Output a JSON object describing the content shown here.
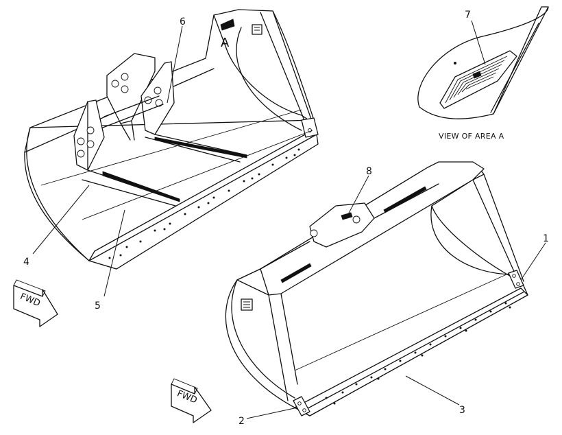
{
  "callouts": {
    "c1": "1",
    "c2": "2",
    "c3": "3",
    "c4": "4",
    "c5": "5",
    "c6": "6",
    "c7": "7",
    "c8": "8"
  },
  "area_marker": "A",
  "view_caption": "VIEW OF AREA A",
  "fwd_arrows": {
    "upper_left": "FWD",
    "lower_center": "FWD"
  }
}
